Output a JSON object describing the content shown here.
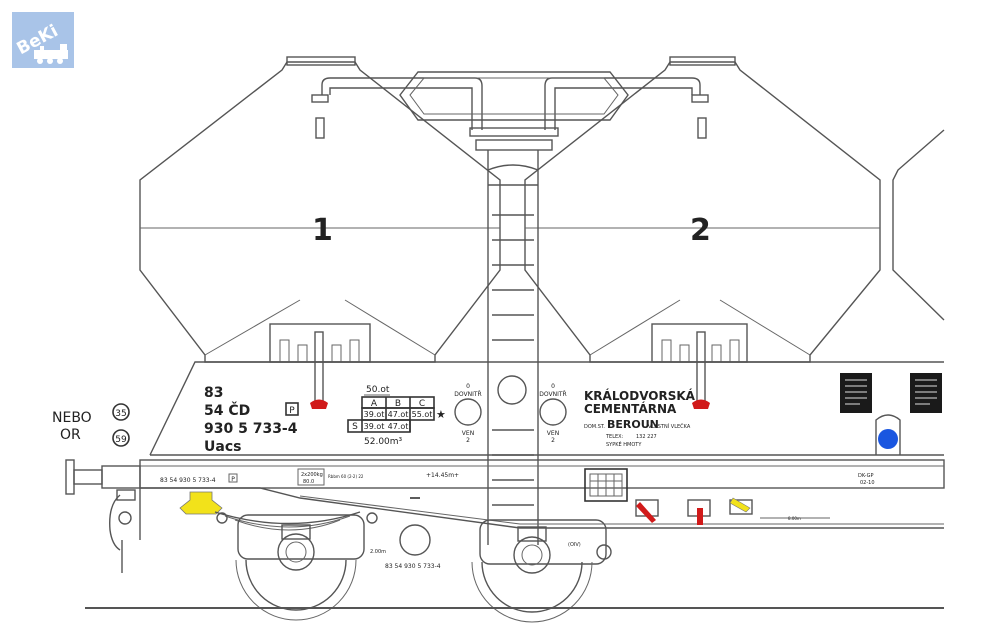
{
  "logo": {
    "text": "BeKi",
    "colors": {
      "bg": "#a9c4e8",
      "fg": "#ffffff"
    }
  },
  "hopper_labels": [
    "1",
    "2"
  ],
  "left_notes": {
    "line1": "NEBO",
    "line2": "OR",
    "badge_top": "35",
    "badge_bottom": "59"
  },
  "wagon_id": {
    "line1": "83",
    "line2": "54 ČD",
    "line3": "930 5 733-4",
    "line4": "Uacs",
    "p_badge": "P"
  },
  "load_table": {
    "top": "50.ot",
    "headers": [
      "A",
      "B",
      "C"
    ],
    "row1": [
      "39.ot",
      "47.ot",
      "55.ot"
    ],
    "row2_label": "S",
    "row2": [
      "39.ot",
      "47.ot"
    ],
    "star": "★",
    "bottom": "52.00m³"
  },
  "valve_left": {
    "top": "0",
    "in": "DOVNITŘ",
    "out": "VEN",
    "bottom": "2"
  },
  "valve_right": {
    "top": "0",
    "in": "DOVNITŘ",
    "out": "VEN",
    "bottom": "2"
  },
  "owner": {
    "line1": "KRÁLODVORSKÁ",
    "line2": "CEMENTÁRNA",
    "domov_label": "DOM.ST.",
    "city": "BEROUN",
    "siding": "VLASTNÍ VLEČKA",
    "telex_label": "TELEX:",
    "telex": "132 227",
    "note": "SYPKÉ HMOTY"
  },
  "frame_texts": {
    "number_left": "83 54 930 5 733-4",
    "p_small": "P",
    "weight_box": [
      "2x200kg",
      "80.0"
    ],
    "weight_note": "Rbbm 60 (2-2) 22",
    "length": "+14.45m+",
    "right_code1": "DK-GP",
    "right_code2": "02-10",
    "dim_right": "8.00m",
    "dim_bottom": "2.00m",
    "number_bottom": "83 54 930 5 733-4",
    "bogie_tag": "(OIV)"
  },
  "colors": {
    "line": "#555555",
    "red": "#d11a1a",
    "yellow": "#f2e21a",
    "blue": "#1a56e0",
    "dark": "#1a1a1a"
  }
}
